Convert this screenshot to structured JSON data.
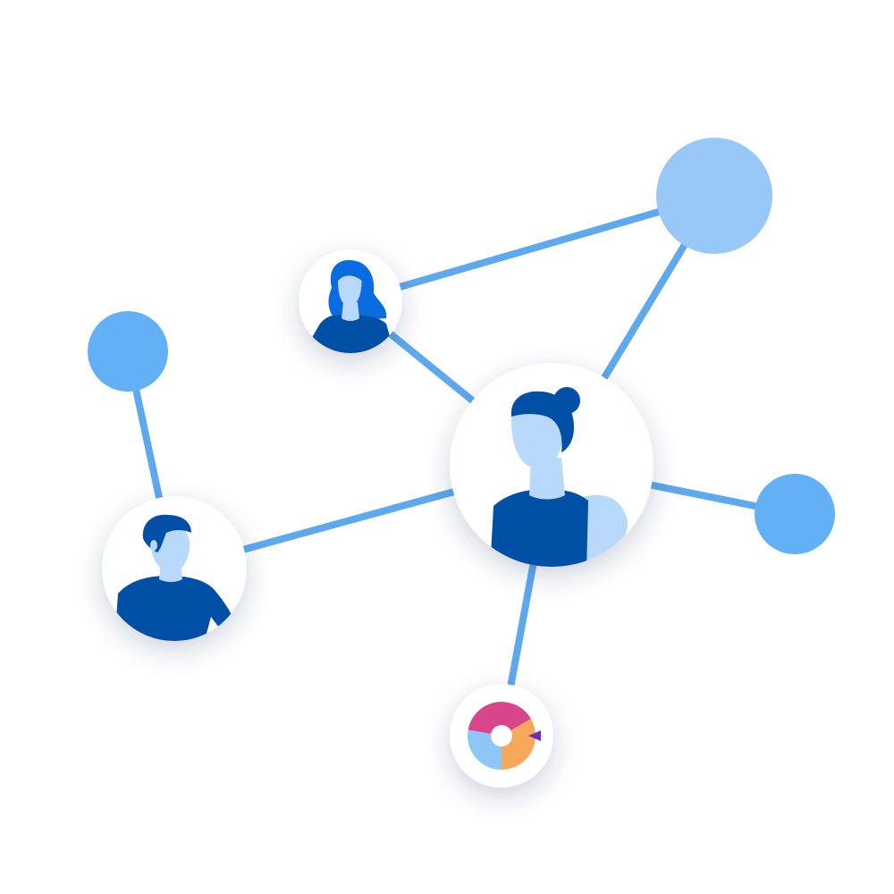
{
  "colors": {
    "background": "#ffffff",
    "edge": "#5ea8ee",
    "dot_light": "#97c8f8",
    "dot_mid": "#64b0f6",
    "avatar_bg": "#ffffff",
    "skin": "#b8d9fb",
    "hair": "#0050a8",
    "hair_bright": "#0a6ce0",
    "shirt": "#004fa6",
    "chart_pink": "#d9458a",
    "chart_orange": "#f7a85a",
    "chart_blue": "#8ec6f8",
    "chart_purple": "#6b2fb8"
  },
  "nodes": [
    {
      "id": "woman-small",
      "kind": "avatar",
      "person": "woman-long-hair"
    },
    {
      "id": "woman-large",
      "kind": "avatar",
      "person": "woman-bun"
    },
    {
      "id": "man",
      "kind": "avatar",
      "person": "man-short-hair"
    },
    {
      "id": "chart",
      "kind": "avatar",
      "person": "donut-chart-icon"
    },
    {
      "id": "dot-top-right",
      "kind": "dot",
      "shade": "light"
    },
    {
      "id": "dot-left",
      "kind": "dot",
      "shade": "mid"
    },
    {
      "id": "dot-right",
      "kind": "dot",
      "shade": "mid"
    }
  ],
  "edges": [
    [
      "woman-small",
      "dot-top-right"
    ],
    [
      "woman-small",
      "woman-large"
    ],
    [
      "woman-large",
      "dot-top-right"
    ],
    [
      "woman-large",
      "dot-right"
    ],
    [
      "woman-large",
      "man"
    ],
    [
      "woman-large",
      "chart"
    ],
    [
      "man",
      "dot-left"
    ]
  ]
}
